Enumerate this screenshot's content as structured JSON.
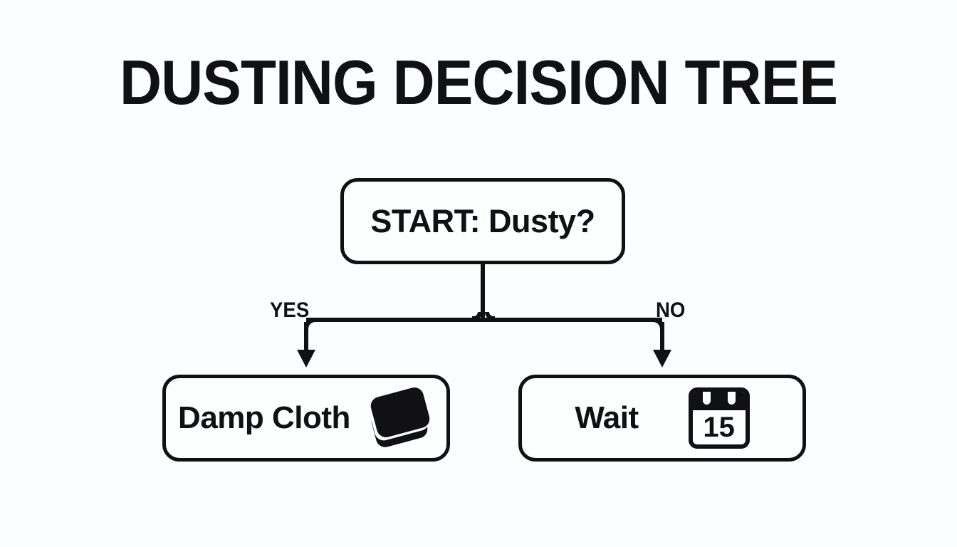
{
  "diagram": {
    "title": "DUSTING DECISION TREE",
    "type": "decision-tree-flowchart",
    "background_color": "#fcfdfe",
    "stroke_color": "#111114",
    "nodes": [
      {
        "id": "start",
        "label": "START: Dusty?",
        "shape": "rounded-rectangle",
        "role": "decision"
      },
      {
        "id": "damp-cloth",
        "label": "Damp Cloth",
        "shape": "rounded-rectangle",
        "role": "action",
        "icon": "stacked-cloth-icon"
      },
      {
        "id": "wait",
        "label": "Wait",
        "shape": "rounded-rectangle",
        "role": "action",
        "icon": "calendar-icon",
        "icon_value": "15"
      }
    ],
    "edges": [
      {
        "from": "start",
        "to": "damp-cloth",
        "label": "YES"
      },
      {
        "from": "start",
        "to": "wait",
        "label": "NO"
      }
    ],
    "branch_labels": {
      "yes": "YES",
      "no": "NO"
    }
  }
}
